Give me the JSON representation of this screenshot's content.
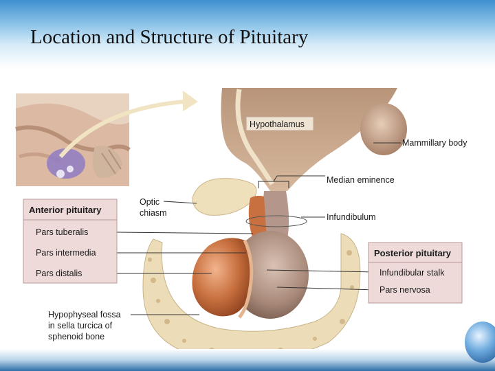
{
  "title": "Location and Structure of Pituitary",
  "labels": {
    "hypothalamus": "Hypothalamus",
    "mammillary_body": "Mammillary body",
    "median_eminence": "Median eminence",
    "optic_line1": "Optic",
    "optic_line2": "chiasm",
    "infundibulum": "Infundibulum",
    "fossa_line1": "Hypophyseal fossa",
    "fossa_line2": "in sella turcica of",
    "fossa_line3": "sphenoid bone"
  },
  "anterior_box": {
    "title": "Anterior pituitary",
    "items": [
      "Pars tuberalis",
      "Pars intermedia",
      "Pars distalis"
    ]
  },
  "posterior_box": {
    "title": "Posterior pituitary",
    "items": [
      "Infundibular stalk",
      "Pars nervosa"
    ]
  },
  "colors": {
    "anterior": "#c8703f",
    "posterior": "#a98a7a",
    "bone": "#ecdcb8",
    "brain": "#c9a88c",
    "box_fill": "#efdada"
  }
}
